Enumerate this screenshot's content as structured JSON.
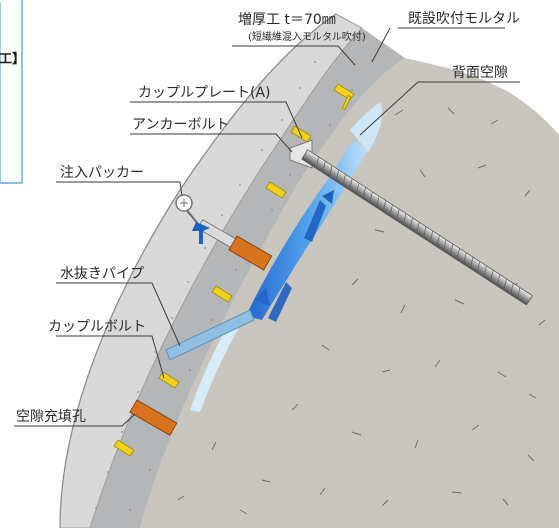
{
  "labels": {
    "thickening": "増厚工 t＝70㎜",
    "thickening_sub": "(短繊維混入モルタル吹付)",
    "existing_mortar": "既設吹付モルタル",
    "back_void": "背面空隙",
    "couple_plate": "カップルプレート(A)",
    "anchor_bolt": "アンカーボルト",
    "injection_packer": "注入パッカー",
    "drain_pipe": "水抜きパイプ",
    "couple_bolt": "カップルボルト",
    "void_fill_hole": "空隙充填孔",
    "corner_bracket": "工】"
  },
  "colors": {
    "rock": "#c8c6bf",
    "new_mortar": "#d9d9d9",
    "existing_mortar": "#b4b6b8",
    "void_water": "#3f8fe0",
    "couple_marker": "#f2d21a",
    "fill_pipe": "#d9741e",
    "drain_pipe": "#8fc0e4",
    "frame_line": "#3a9bd6",
    "arrow": "#1f5fbf"
  }
}
